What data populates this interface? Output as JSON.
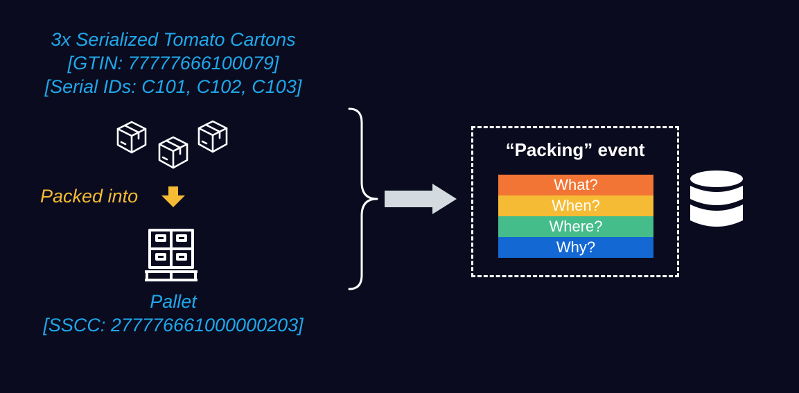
{
  "carton": {
    "lines": [
      "3x Serialized Tomato Cartons",
      "[GTIN: 77777666100079]",
      "[Serial IDs: C101, C102, C103]"
    ]
  },
  "packed": {
    "label": "Packed into"
  },
  "pallet": {
    "lines": [
      "Pallet",
      "[SSCC: 277776661000000203]"
    ]
  },
  "event": {
    "title": "“Packing” event",
    "questions": [
      {
        "label": "What?",
        "color": "#f37535"
      },
      {
        "label": "When?",
        "color": "#f6bb34"
      },
      {
        "label": "Where?",
        "color": "#45bd8a"
      },
      {
        "label": "Why?",
        "color": "#1468d4"
      }
    ]
  },
  "colors": {
    "background": "#0a0b1f",
    "item_text": "#1fa8ea",
    "packed_text": "#f6bb34",
    "arrow": "#d3dbe0",
    "line": "#ffffff"
  },
  "icons": {
    "cartons": "carton-box-icon",
    "down_arrow": "down-arrow-icon",
    "pallet": "pallet-icon",
    "brace": "right-brace",
    "flow_arrow": "right-arrow-icon",
    "database": "database-icon"
  }
}
